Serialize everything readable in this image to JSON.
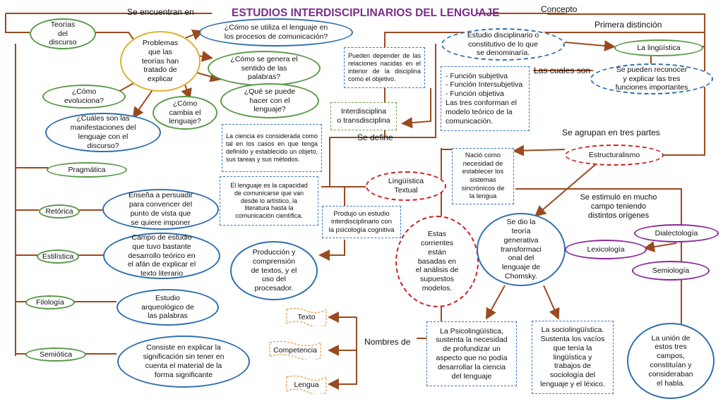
{
  "title": "ESTUDIOS INTERDISCIPLINARIOS DEL LENGUAJE",
  "colors": {
    "line": "#9a4a1f",
    "title": "#7a2d8c",
    "green": "#5a9a4a",
    "blue": "#2f6fb0",
    "yellow": "#e0b030",
    "red": "#cc2222",
    "purple": "#8a2b9a",
    "flag": "#e8954a"
  },
  "labels": {
    "se_encuentran_en": "Se encuentran en",
    "concepto": "Concepto",
    "primera_distincion": "Primera distinción",
    "las_cuales_son": "Las cuales son",
    "se_agrupan": "Se agrupan en tres partes",
    "se_define": "Se define",
    "se_estimulo": "Se estimuló en mucho\ncampo teniendo\ndistintos orígenes",
    "nombres_de": "Nombres de"
  },
  "left": {
    "teorias": "Teorías\ndel\ndiscurso",
    "problemas": "Problemas\nque las\nteorías han\ntratado de\nexplicar",
    "q1": "¿Cómo se utiliza el lenguaje en\nlos procesos de comunicación?",
    "q2": "¿Cómo se genera el\nsentido de las\npalabras?",
    "q3": "¿Qué se puede\nhacer con el\nlenguaje?",
    "q4": "¿Cómo\nevoluciona?",
    "q5": "¿Cómo\ncambia el\nlenguaje?",
    "q6": "¿Cuáles son las\nmanifestaciones del\nlenguaje con el\ndiscurso?",
    "pragmatica": "Pragmática",
    "retorica": "Retórica",
    "retorica_desc": "Enseña a persuadir\npara convencer del\npunto de vista que\nse quiere imponer",
    "estilistica": "Estilística",
    "estilistica_desc": "Campo de estudio\nque tuvo bastante\ndesarrollo teórico en\nel afán de explicar el\ntexto literario",
    "filologia": "Filología",
    "filologia_desc": "Estudio\narqueológico de\nlas palabras",
    "semiotica": "Semiótica",
    "semiotica_desc": "Consiste en explicar la\nsignificación sin tener en\ncuenta el material de la\nforma significante"
  },
  "center": {
    "pueden_depender": "Pueden depender de las relaciones nacidas en el interior de la disciplina como el objetivo.",
    "interdisciplina": "Interdisciplina\no transdisciplina",
    "ciencia": "La ciencia es considerada como tal en los casos en que tenga definido y establecido un objeto, sus tareas y sus métodos.",
    "lenguaje_arte": "El lenguaje es la capacidad\nde comunicarse que van\ndesde lo artístico, la\nliteratura hasta la\ncomunicación científica.",
    "linguistica_textual": "Lingüística\nTextual",
    "produjo": "Produjo un estudio\ninterdisciplinario con\nla psicología cognitiva",
    "produccion": "Producción y\ncomprensión\nde textos, y el\nuso del\nprocesador.",
    "estas_corrientes": "Estas\ncorrientes\nestán\nbasadas en\nel análisis de\nsupuestos\nmodelos.",
    "flags": [
      "Texto",
      "Competencia",
      "Lengua"
    ]
  },
  "right": {
    "estudio_disciplinario": "Estudio disciplinario o\nconstitutivo de lo que\nse denominaría.",
    "la_linguistica": "La lingüística",
    "funciones": "- Función subjetiva\n- Función Intersubjetiva\n- Función objetiva\nLas tres conforman el\nmodelo teórico de la\ncomunicación.",
    "reconocer": "Se pueden reconocer\ny explicar las tres\nfunciones importantes",
    "estructuralismo": "Estructuralismo",
    "nacio": "Nació como\nnecesidad de\nestablecer los\nsistemas\nsincrónicos de\nla lengua",
    "chomsky": "Se dio la\nteoría\ngenerativa\ntransformaci\nonal del\nlenguaje de\nChomsky.",
    "dialectologia": "Dialectología",
    "lexicologia": "Lexicología",
    "semiologia": "Semiología",
    "psicolinguistica": "La Psicolingüística,\nsustenta la necesidad\nde profundizar un\naspecto que no podía\ndesarrollar la ciencia\ndel lenguaje",
    "sociolinguistica": "La sociolingüística.\nSustenta los vacíos\nque tenía la\nlingüística y\ntrabajos de\nsociología del\nlenguaje y el léxico.",
    "union": "La unión de\nestos tres\ncampos,\nconstituían y\nconsideraban\nel habla."
  }
}
